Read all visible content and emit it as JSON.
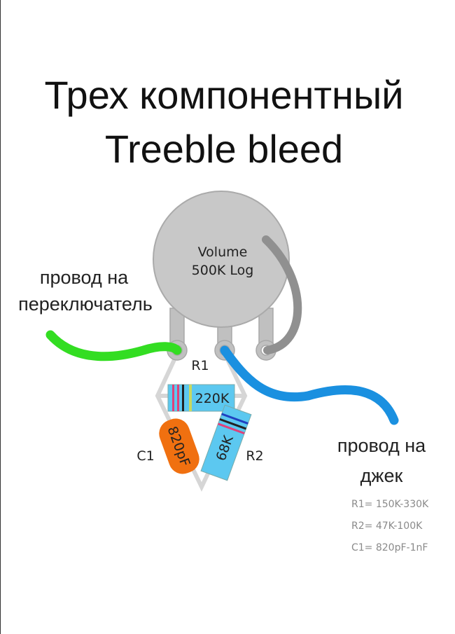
{
  "title": {
    "line1": "Трех компонентный",
    "line2": "Treeble bleed"
  },
  "pot": {
    "label1": "Volume",
    "label2": "500K Log"
  },
  "labels": {
    "switch_wire_1": "провод на",
    "switch_wire_2": "переключатель",
    "jack_wire_1": "провод на",
    "jack_wire_2": "джек"
  },
  "components": {
    "r1_name": "R1",
    "r1_value": "220K",
    "r2_name": "R2",
    "r2_value": "68K",
    "c1_name": "C1",
    "c1_value": "820pF"
  },
  "legend": [
    "R1= 150K-330K",
    "R2= 47K-100K",
    "C1= 820pF-1nF"
  ],
  "colors": {
    "switch_wire": "#33dd22",
    "jack_wire": "#1a90e0",
    "pot": "#c8c8c8",
    "capacitor": "#f07010",
    "resistor": "#5cc8f0"
  }
}
